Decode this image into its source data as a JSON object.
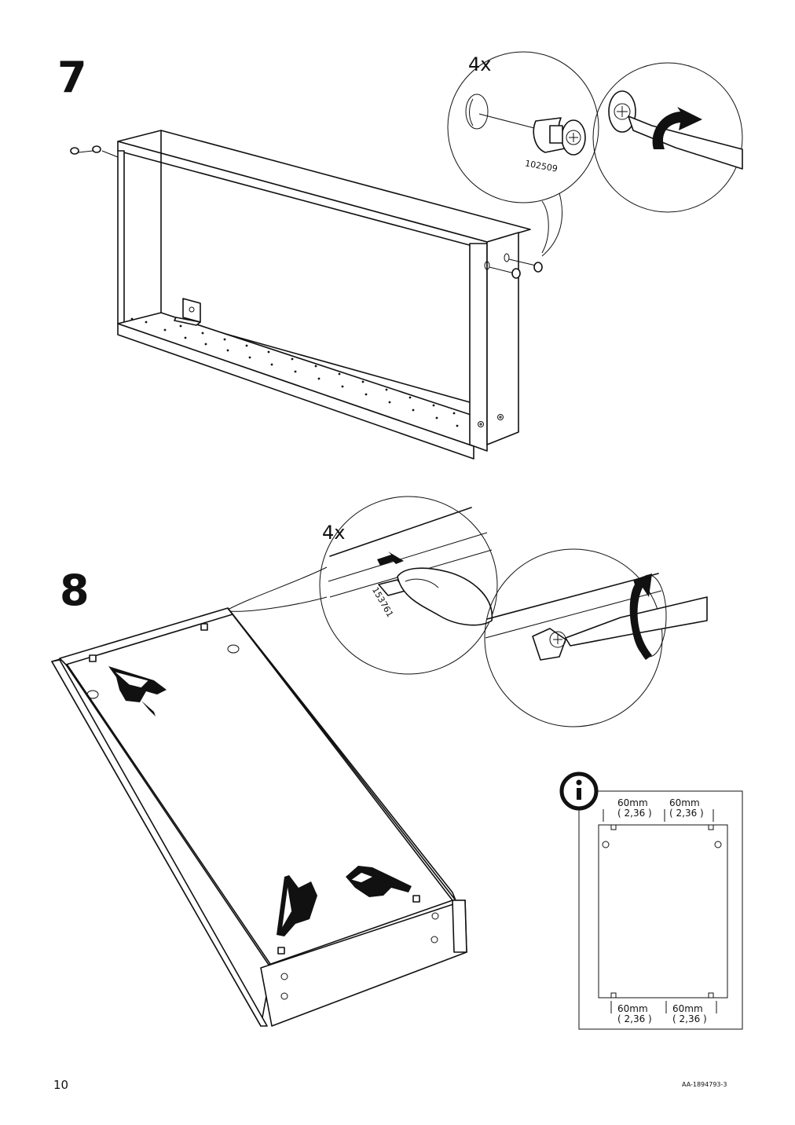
{
  "steps": {
    "step7": {
      "number": "7",
      "quantity": "4x",
      "part_number": "102509"
    },
    "step8": {
      "number": "8",
      "quantity": "4x",
      "part_number": "153761"
    }
  },
  "info": {
    "icon": "info-icon",
    "top_left": {
      "mm": "60mm",
      "inch": "( 2,36 )"
    },
    "top_right": {
      "mm": "60mm",
      "inch": "( 2,36 )"
    },
    "bottom_left": {
      "mm": "60mm",
      "inch": "( 2,36 )"
    },
    "bottom_right": {
      "mm": "60mm",
      "inch": "( 2,36 )"
    }
  },
  "footer": {
    "page_number": "10",
    "doc_code": "AA-1894793-3"
  }
}
